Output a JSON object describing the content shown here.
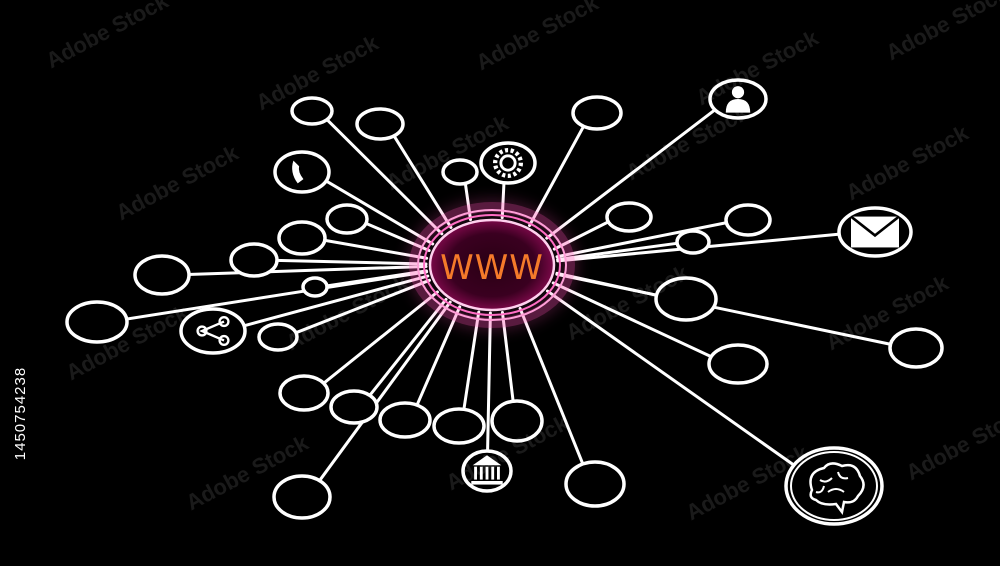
{
  "hub": {
    "label": "WWW",
    "label_color": "#f47a2a",
    "glow_color": "#ff4fb4"
  },
  "image_id_text": "1450754238",
  "watermark_text": "Adobe Stock",
  "line_color": "#ffffff",
  "node_icons": [
    "phone-icon",
    "gear-icon",
    "user-icon",
    "mail-icon",
    "share-icon",
    "bank-icon",
    "brain-icon"
  ]
}
